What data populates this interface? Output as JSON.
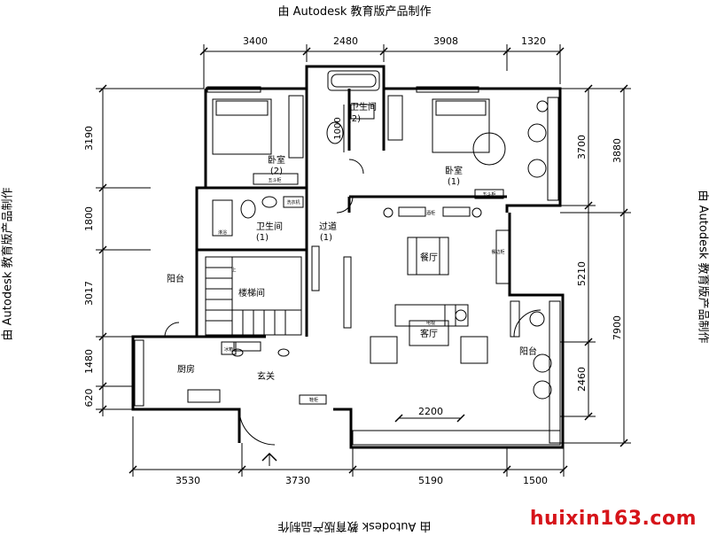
{
  "watermark": {
    "top": "由 Autodesk 教育版产品制作",
    "bottom": "由 Autodesk 教育版产品制作",
    "left": "由 Autodesk 教育版产品制作",
    "right": "由 Autodesk 教育版产品制作"
  },
  "brand": "huixin163.com",
  "dims": {
    "top": [
      "3400",
      "2480",
      "3908",
      "1320"
    ],
    "bottom": [
      "3530",
      "3730",
      "5190",
      "1500"
    ],
    "left": [
      "3190",
      "1800",
      "3017",
      "1480",
      "620"
    ],
    "right_inner": [
      "3700",
      "5210",
      "2460"
    ],
    "right_outer": [
      "3880",
      "7900"
    ],
    "inner": "2200",
    "bath2": "1000"
  },
  "rooms": {
    "bed2": [
      "卧室",
      "(2)"
    ],
    "bath2": [
      "卫生间",
      "(2)"
    ],
    "bed1": [
      "卧室",
      "(1)"
    ],
    "bath1": [
      "卫生间",
      "(1)"
    ],
    "corridor": [
      "过道",
      "(1)"
    ],
    "dining": "餐厅",
    "balcony_left": "阳台",
    "stair": "楼梯间",
    "kitchen": "厨房",
    "entry": "玄关",
    "living": "客厅",
    "balcony_right": "阳台"
  },
  "small_labels": {
    "wardrobe2": "五斗柜",
    "wardrobe1": "五斗柜",
    "washer": "洗衣机",
    "shower": "淋浴",
    "up": "上",
    "fridge": "冰箱",
    "shoe": "鞋柜",
    "side": "酒柜",
    "cabinet": "餐边柜",
    "tv": "电视"
  }
}
